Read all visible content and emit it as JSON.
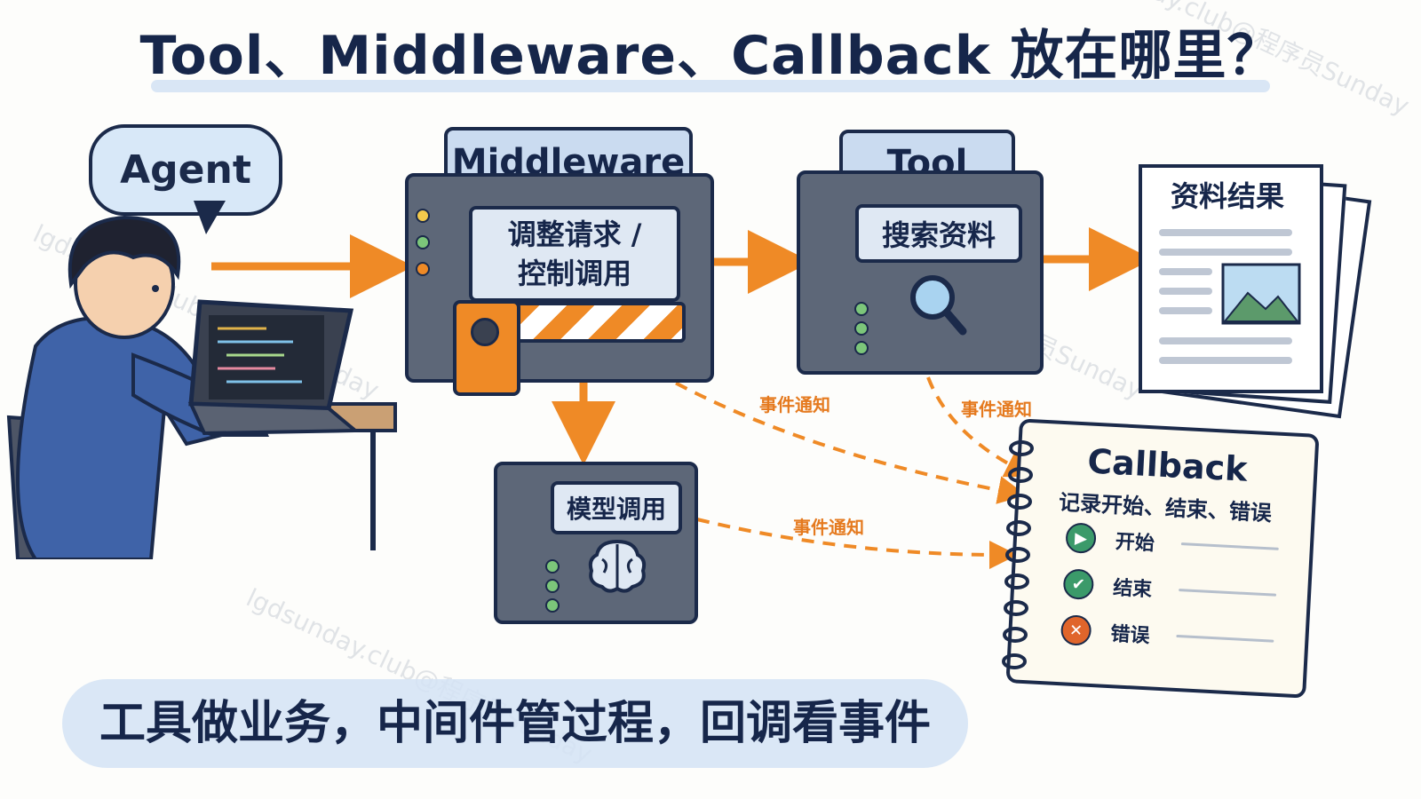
{
  "title": "Tool、Middleware、Callback 放在哪里？",
  "agent": {
    "label": "Agent"
  },
  "middleware": {
    "label": "Middleware",
    "plate": "调整请求 /\n控制调用"
  },
  "tool": {
    "label": "Tool",
    "plate": "搜索资料"
  },
  "result": {
    "label": "资料结果"
  },
  "model": {
    "label": "模型调用"
  },
  "callback": {
    "title": "Callback",
    "subtitle": "记录开始、结束、错误",
    "items": [
      {
        "label": "开始",
        "color": "#3b9a6a",
        "icon": "play-icon"
      },
      {
        "label": "结束",
        "color": "#3b9a6a",
        "icon": "check-icon"
      },
      {
        "label": "错误",
        "color": "#e0652b",
        "icon": "close-icon"
      }
    ]
  },
  "events": {
    "label": "事件通知"
  },
  "bottom": "工具做业务，中间件管过程，回调看事件",
  "watermark": "lgdsunday.club@程序员Sunday",
  "colors": {
    "accent": "#ef8a26",
    "ink": "#1b2a4a",
    "panel": "#cadbf0"
  }
}
